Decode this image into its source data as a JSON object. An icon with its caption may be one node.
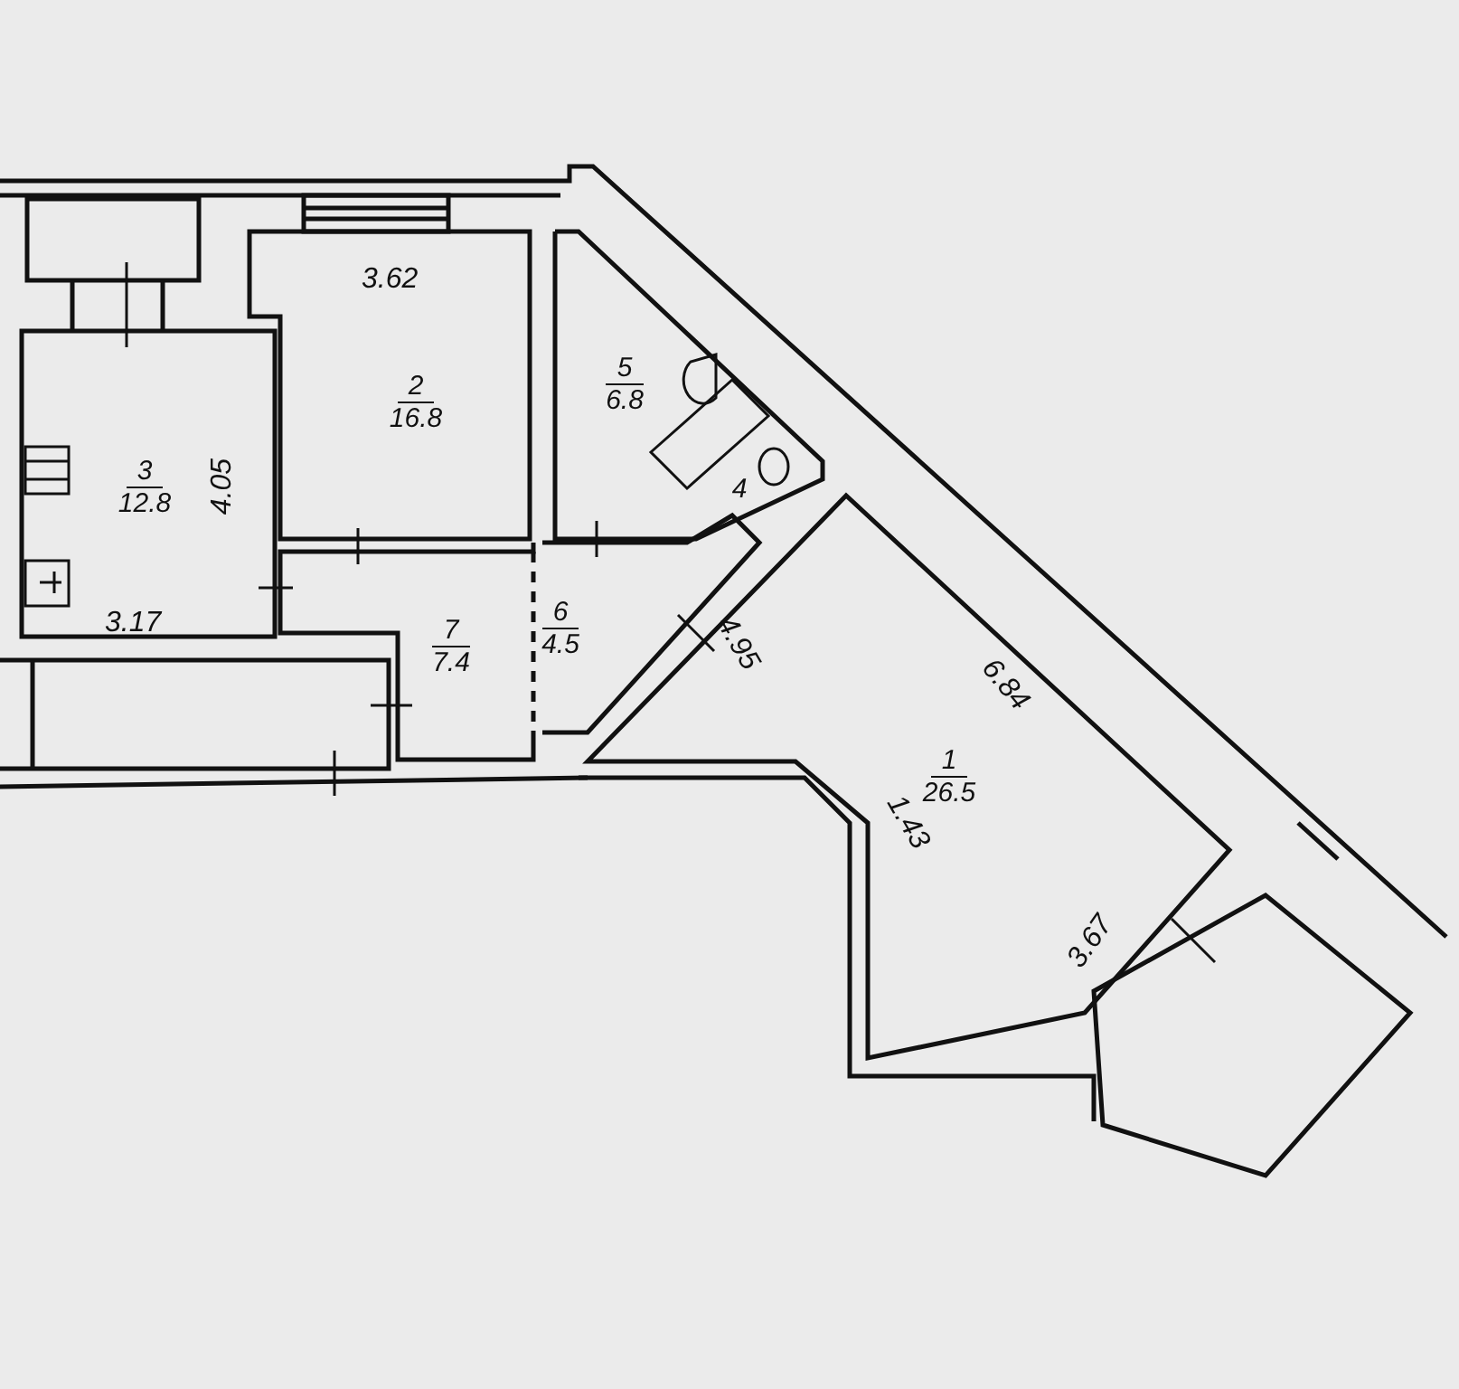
{
  "diagram": {
    "nodes": [
      {
        "text": [
          "3",
          "12.8"
        ]
      },
      {
        "text": [
          "2",
          "16.8"
        ]
      },
      {
        "text": [
          "5",
          "6.8"
        ]
      },
      {
        "text": [
          "4"
        ]
      },
      {
        "text": [
          "7",
          "7.4"
        ]
      },
      {
        "text": [
          "6",
          "4.5"
        ]
      },
      {
        "text": [
          "1",
          "26.5"
        ]
      }
    ],
    "labels": [
      "3.62",
      "4.05",
      "3.17",
      "4.95",
      "6.84",
      "1.43",
      "3.67"
    ]
  }
}
